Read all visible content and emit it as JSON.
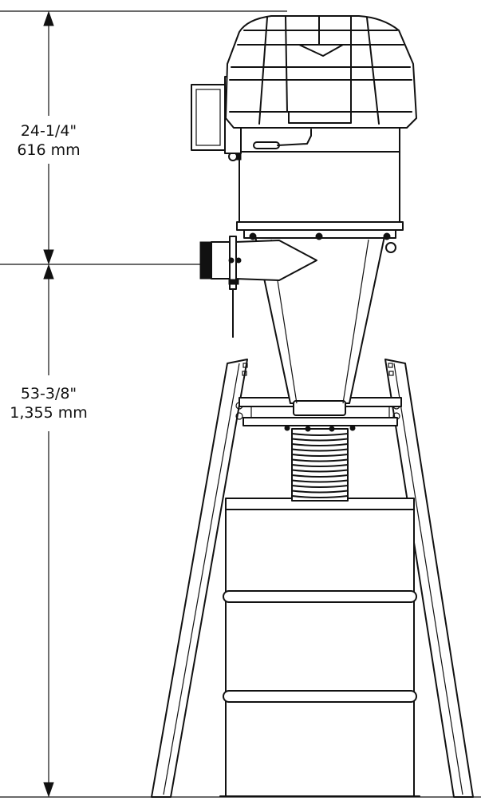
{
  "dimensions": {
    "upper": {
      "imperial": "24-1/4\"",
      "metric": "616 mm"
    },
    "lower": {
      "imperial": "53-3/8\"",
      "metric": "1,355 mm"
    }
  }
}
